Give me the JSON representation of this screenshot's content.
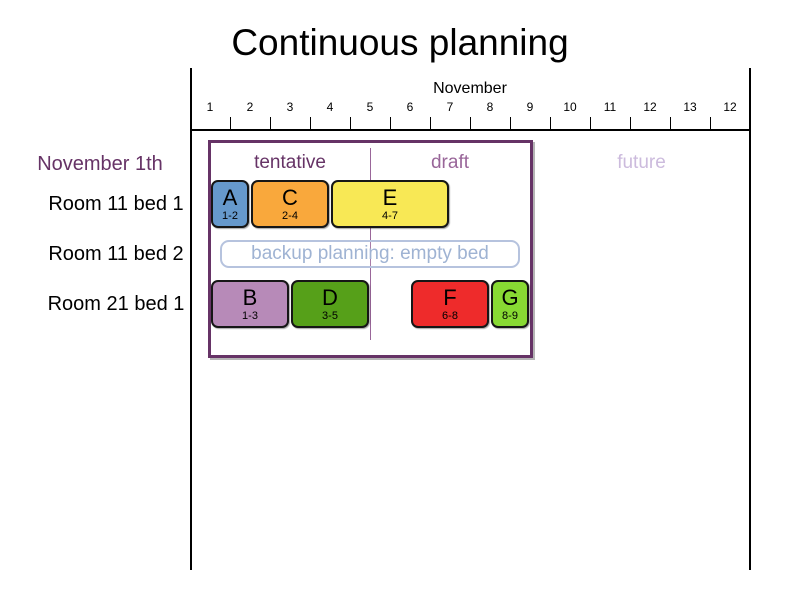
{
  "title": "Continuous planning",
  "timeline": {
    "month": "November",
    "day_labels": [
      "1",
      "2",
      "3",
      "4",
      "5",
      "6",
      "7",
      "8",
      "9",
      "10",
      "11",
      "12",
      "13",
      "12"
    ]
  },
  "sidebar": {
    "planning_date": "November 1th",
    "row_labels": [
      "Room 11 bed 1",
      "Room 11 bed 2",
      "Room 21 bed 1"
    ]
  },
  "periods": [
    {
      "id": "tentative",
      "label": "tentative",
      "color": "#663366"
    },
    {
      "id": "draft",
      "label": "draft",
      "color": "#996699"
    },
    {
      "id": "future",
      "label": "future",
      "color": "#ccbbdd"
    }
  ],
  "backup_row": {
    "label": "backup planning: empty bed",
    "text_color": "#9fb3d3",
    "border_color": "#b6c3de"
  },
  "bookings": [
    {
      "name": "A",
      "nights": "1-2",
      "row": "Room 11 bed 1",
      "start": 1,
      "end": 2,
      "color": "#6699cc"
    },
    {
      "name": "C",
      "nights": "2-4",
      "row": "Room 11 bed 1",
      "start": 2,
      "end": 4,
      "color": "#f9a83c"
    },
    {
      "name": "E",
      "nights": "4-7",
      "row": "Room 11 bed 1",
      "start": 4,
      "end": 7,
      "color": "#f8e855"
    },
    {
      "name": "B",
      "nights": "1-3",
      "row": "Room 21 bed 1",
      "start": 1,
      "end": 3,
      "color": "#b78ab8"
    },
    {
      "name": "D",
      "nights": "3-5",
      "row": "Room 21 bed 1",
      "start": 3,
      "end": 5,
      "color": "#56a019"
    },
    {
      "name": "F",
      "nights": "6-8",
      "row": "Room 21 bed 1",
      "start": 6,
      "end": 8,
      "color": "#ee2b2b"
    },
    {
      "name": "G",
      "nights": "8-9",
      "row": "Room 21 bed 1",
      "start": 8,
      "end": 9,
      "color": "#88d933"
    }
  ],
  "colors": {
    "accent_dark_purple": "#663366",
    "accent_medium_purple": "#996699",
    "accent_light_purple": "#ccbbdd",
    "line_black": "#000000"
  }
}
